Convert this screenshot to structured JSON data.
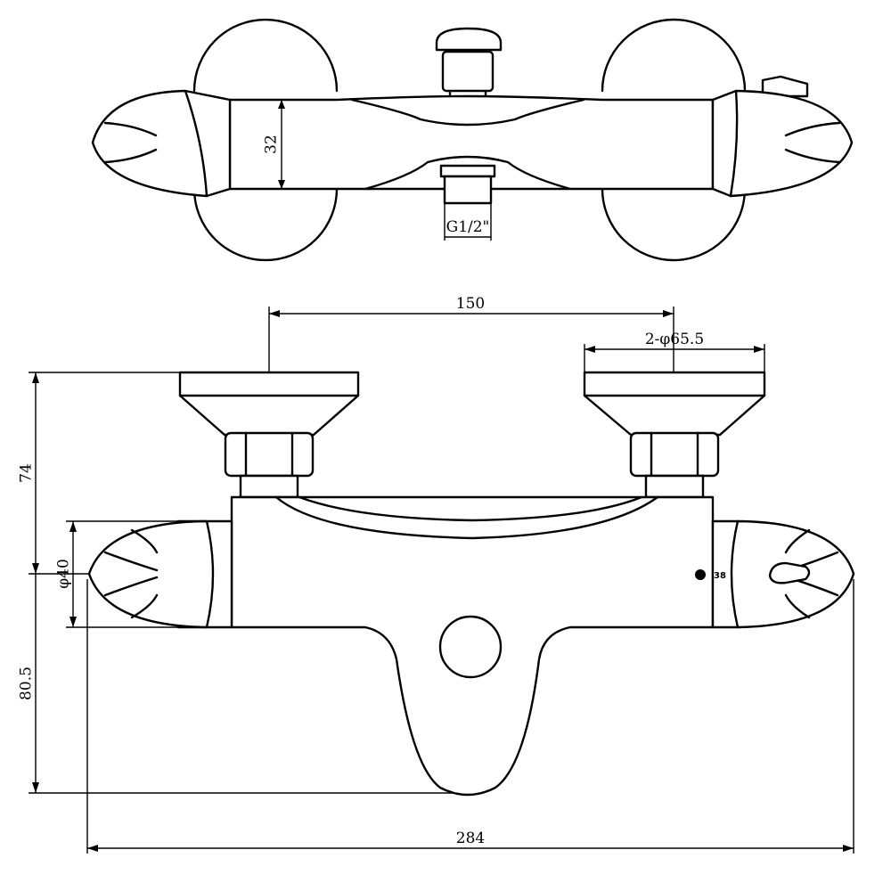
{
  "colors": {
    "line": "#000000",
    "background": "#ffffff"
  },
  "top_view": {
    "dim_height": "32",
    "dim_thread": "G1/2\""
  },
  "front_view": {
    "dim_spacing": "150",
    "dim_flange": "2-φ65.5",
    "dim_upper_height": "74",
    "dim_handle_diameter": "φ40",
    "dim_lower_height": "80.5",
    "dim_total_width": "284",
    "temperature_mark": "38"
  }
}
